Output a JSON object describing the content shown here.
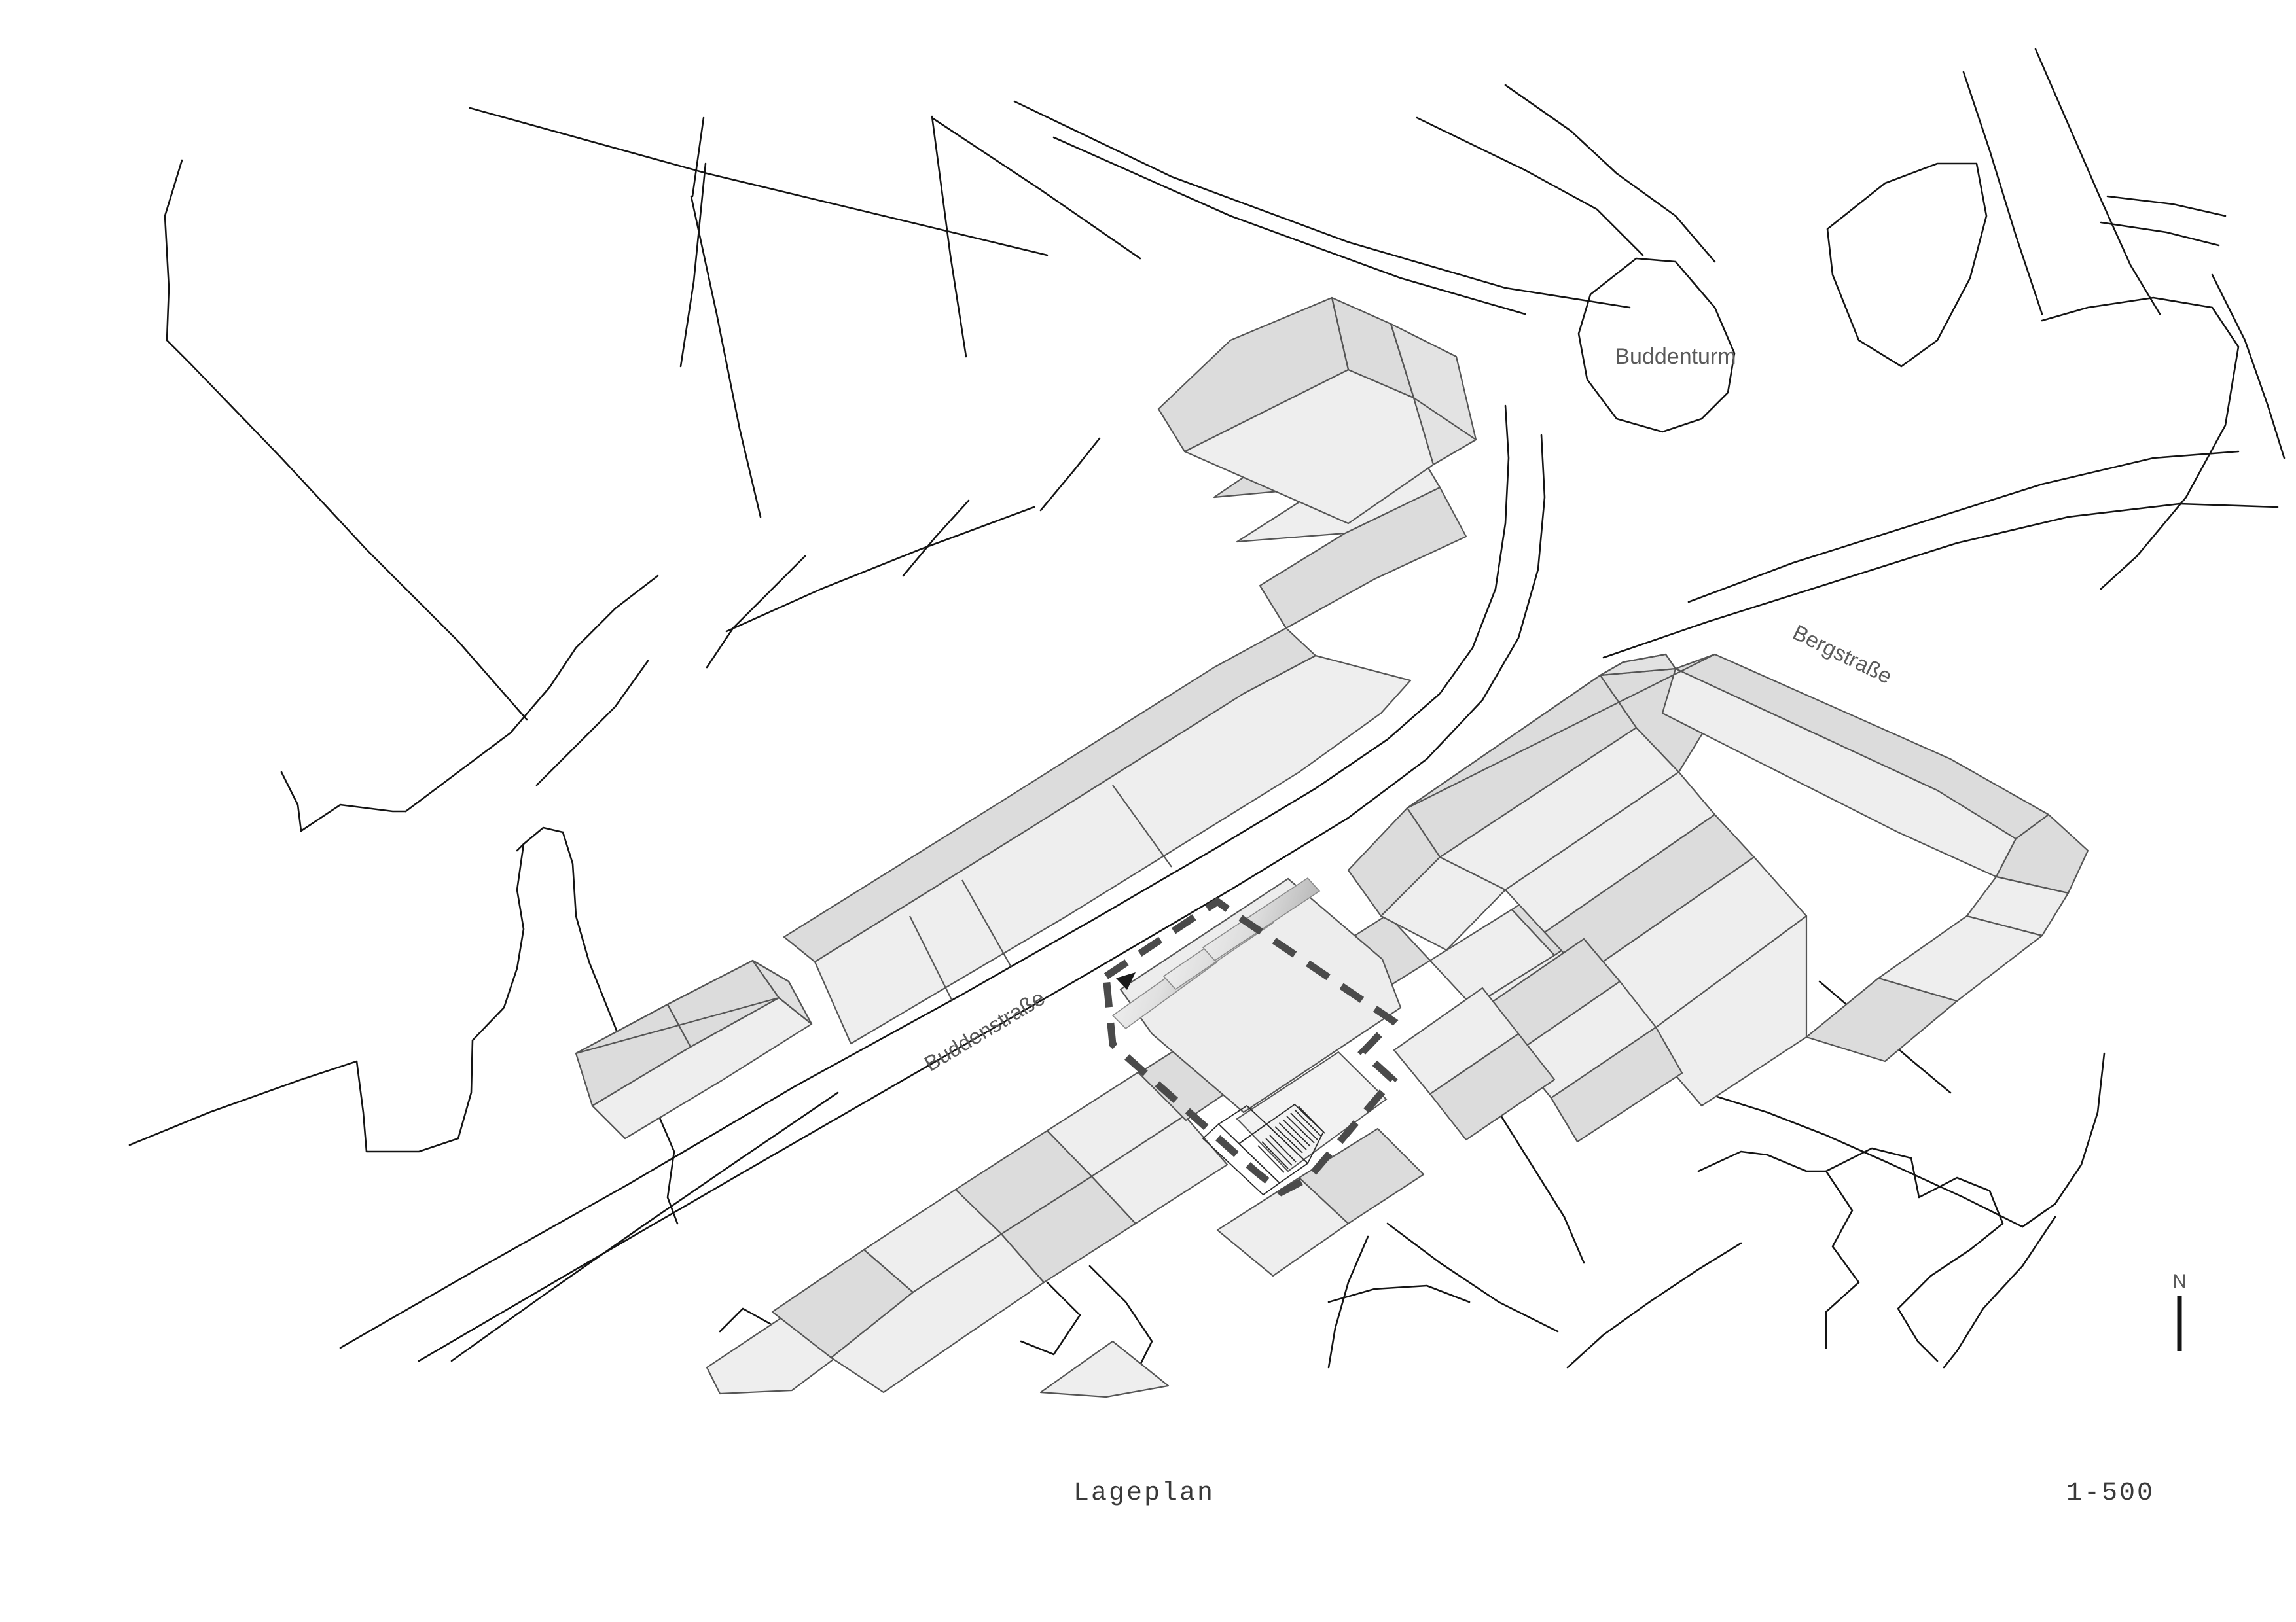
{
  "sheet": {
    "title": "Lageplan",
    "scale": "1-500",
    "background_color": "#ffffff",
    "line_color": "#1a1a1a",
    "roof_light_color": "#eeeeee",
    "roof_dark_color": "#dcdcdc",
    "roof_edge_color": "#555555",
    "site_boundary_color": "#444444",
    "label_color": "#5a5a5a"
  },
  "labels": {
    "tower": "Buddenturm",
    "street_main": "Buddenstraße",
    "street_secondary": "Bergstraße",
    "north": "N"
  },
  "drawing": {
    "type": "architectural-site-plan",
    "projection": "axonometric-roofscape",
    "north_indicator": {
      "letter": "N",
      "orientation": "up"
    },
    "site_boundary_style": "dashed-heavy",
    "roof_tones": [
      "#eeeeee",
      "#dcdcdc"
    ],
    "skylight_count": 3
  }
}
